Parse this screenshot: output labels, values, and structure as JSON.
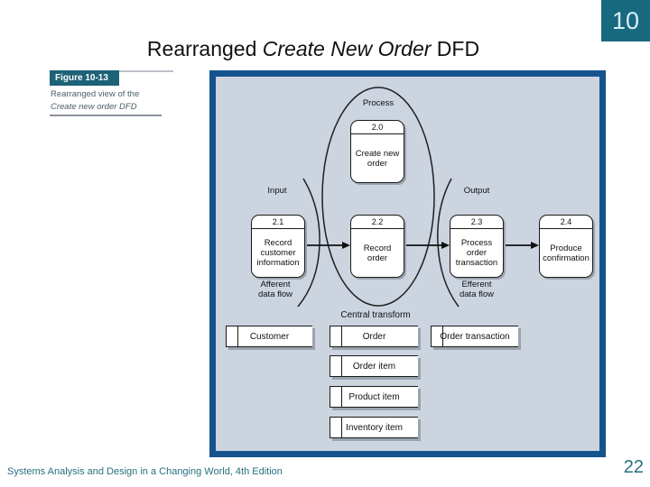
{
  "slide": {
    "chapter_number": "10",
    "page_number": "22",
    "footer": "Systems Analysis and Design in a Changing World, 4th Edition",
    "title": {
      "regular_1": "Rearranged ",
      "italic": "Create New Order",
      "regular_2": " DFD"
    }
  },
  "figure_label": {
    "tag": "Figure 10-13",
    "caption_line1": "Rearranged view of the",
    "caption_line2": "Create new order DFD"
  },
  "diagram": {
    "labels": {
      "process": "Process",
      "input": "Input",
      "output": "Output",
      "afferent": "Afferent\ndata flow",
      "efferent": "Efferent\ndata flow",
      "central_transform": "Central transform"
    },
    "processes": [
      {
        "number": "2.0",
        "name": "Create new\norder"
      },
      {
        "number": "2.1",
        "name": "Record\ncustomer\ninformation"
      },
      {
        "number": "2.2",
        "name": "Record\norder"
      },
      {
        "number": "2.3",
        "name": "Process\norder\ntransaction"
      },
      {
        "number": "2.4",
        "name": "Produce\nconfirmation"
      }
    ],
    "data_stores": [
      "Customer",
      "Order",
      "Order transaction",
      "Order item",
      "Product item",
      "Inventory item"
    ]
  },
  "colors": {
    "accent_teal": "#17697f",
    "figure_tag_teal": "#1d6276",
    "footer_teal": "#25707f",
    "panel_border_blue": "#15538e",
    "panel_background": "#ccd4e0",
    "shadow_gray": "#9aa4b0"
  }
}
